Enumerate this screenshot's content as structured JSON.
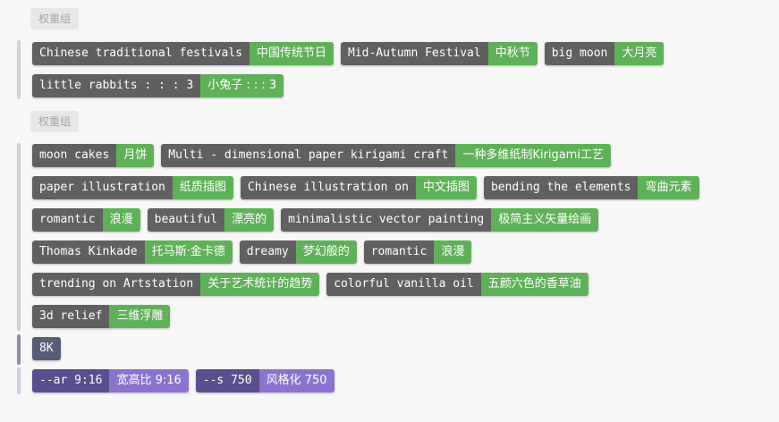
{
  "groups": [
    {
      "label": "权重组",
      "rows": [
        [
          {
            "en": "Chinese traditional festivals",
            "zh": "中国传统节日"
          },
          {
            "en": "Mid-Autumn Festival",
            "zh": "中秋节"
          },
          {
            "en": "big moon",
            "zh": "大月亮"
          }
        ],
        [
          {
            "en": "little rabbits : : : 3",
            "zh": "小兔子 : : : 3"
          }
        ]
      ]
    },
    {
      "label": "权重组",
      "rows": [
        [
          {
            "en": "moon cakes",
            "zh": "月饼"
          },
          {
            "en": "Multi - dimensional paper kirigami craft",
            "zh": "一种多维纸制Kirigami工艺"
          }
        ],
        [
          {
            "en": "paper illustration",
            "zh": "纸质插图"
          },
          {
            "en": "Chinese illustration on",
            "zh": "中文插图"
          },
          {
            "en": "bending the elements",
            "zh": "弯曲元素"
          }
        ],
        [
          {
            "en": "romantic",
            "zh": "浪漫"
          },
          {
            "en": "beautiful",
            "zh": "漂亮的"
          },
          {
            "en": "minimalistic vector painting",
            "zh": "极简主义矢量绘画"
          }
        ],
        [
          {
            "en": "Thomas Kinkade",
            "zh": "托马斯·金卡德"
          },
          {
            "en": "dreamy",
            "zh": "梦幻般的"
          },
          {
            "en": "romantic",
            "zh": "浪漫"
          }
        ],
        [
          {
            "en": "trending on Artstation",
            "zh": "关于艺术统计的趋势"
          },
          {
            "en": "colorful vanilla oil",
            "zh": "五颜六色的香草油"
          }
        ],
        [
          {
            "en": "3d relief",
            "zh": "三维浮雕"
          }
        ]
      ]
    }
  ],
  "quality": {
    "en": "8K"
  },
  "params": [
    {
      "en": "--ar 9:16",
      "zh": "宽高比 9:16"
    },
    {
      "en": "--s 750",
      "zh": "风格化 750"
    }
  ],
  "colors": {
    "tag_english_bg": "#606060",
    "tag_chinese_bg": "#5fb158",
    "quality_bg": "#555d79",
    "param_english_bg": "#5a4e8e",
    "param_chinese_bg": "#8a74cf",
    "group_bar": "#d3d3d3",
    "quality_bar": "#8b90b0",
    "param_bar": "#cfc9ea"
  }
}
